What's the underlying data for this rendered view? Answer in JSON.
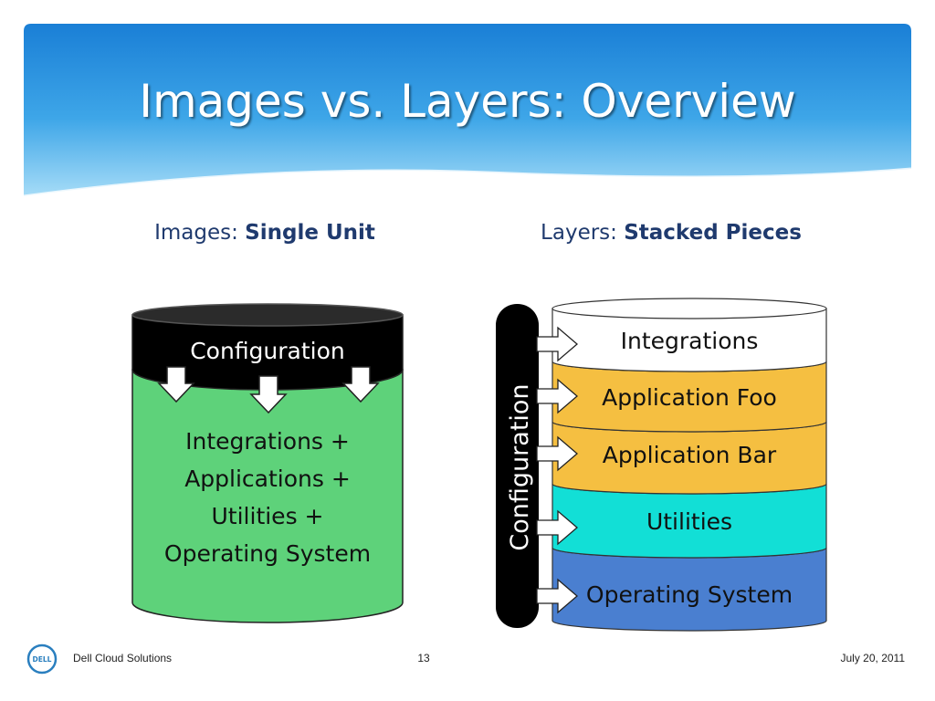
{
  "slide": {
    "title": "Images vs. Layers: Overview",
    "left_heading": {
      "prefix": "Images: ",
      "emphasis": "Single Unit"
    },
    "right_heading": {
      "prefix": "Layers: ",
      "emphasis": "Stacked Pieces"
    }
  },
  "image_cylinder": {
    "top_label": "Configuration",
    "body_lines": [
      "Integrations +",
      "Applications +",
      "Utilities +",
      "Operating System"
    ],
    "colors": {
      "top": "#000000",
      "body": "#5ed27a"
    }
  },
  "layers": {
    "config_label": "Configuration",
    "items": [
      {
        "label": "Integrations",
        "color": "#ffffff"
      },
      {
        "label": "Application Foo",
        "color": "#f5bf41"
      },
      {
        "label": "Application Bar",
        "color": "#f5bf41"
      },
      {
        "label": "Utilities",
        "color": "#12dfd6"
      },
      {
        "label": "Operating System",
        "color": "#4a7fd0"
      }
    ]
  },
  "footer": {
    "logo_text": "DELL",
    "company": "Dell Cloud Solutions",
    "page_number": "13",
    "date": "July 20, 2011"
  },
  "colors": {
    "header_top": "#1a7fd6",
    "header_bottom": "#9dd6f5",
    "heading_text": "#1f3a6e",
    "dell_blue": "#2a7fbf"
  }
}
